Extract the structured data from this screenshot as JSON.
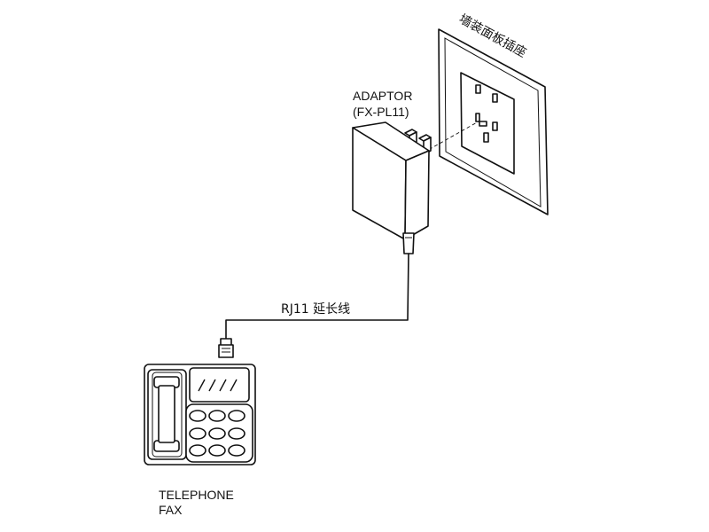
{
  "labels": {
    "wall_socket": "墙装面板插座",
    "adaptor_name": "ADAPTOR",
    "adaptor_model": "(FX-PL11)",
    "cable": "RJ11 延长线",
    "device_line1": "TELEPHONE",
    "device_line2": "FAX"
  },
  "colors": {
    "line": "#111111",
    "background": "#ffffff"
  }
}
